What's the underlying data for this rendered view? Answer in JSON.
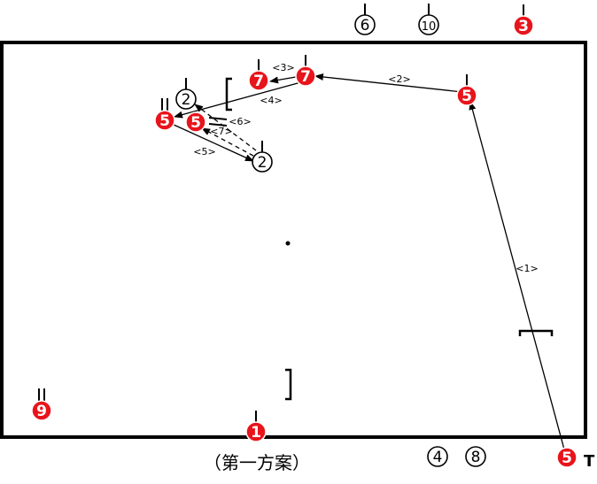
{
  "caption": "（第一方案）",
  "colors": {
    "red_player": "#e8141b",
    "black": "#000000",
    "white": "#ffffff"
  },
  "players": [
    {
      "id": "p6_top",
      "number": "6",
      "style": "outline"
    },
    {
      "id": "p10_top",
      "number": "10",
      "style": "outline"
    },
    {
      "id": "p3_top",
      "number": "3",
      "style": "red"
    },
    {
      "id": "p7_a",
      "number": "7",
      "style": "red"
    },
    {
      "id": "p7_b",
      "number": "7",
      "style": "red"
    },
    {
      "id": "p5_right",
      "number": "5",
      "style": "red"
    },
    {
      "id": "p2_upper",
      "number": "2",
      "style": "outline"
    },
    {
      "id": "p5_left",
      "number": "5",
      "style": "red"
    },
    {
      "id": "p5_mid",
      "number": "5",
      "style": "red"
    },
    {
      "id": "p2_lower",
      "number": "2",
      "style": "outline"
    },
    {
      "id": "p9",
      "number": "9",
      "style": "red"
    },
    {
      "id": "p1",
      "number": "1",
      "style": "red"
    },
    {
      "id": "p4",
      "number": "4",
      "style": "outline"
    },
    {
      "id": "p8",
      "number": "8",
      "style": "outline"
    },
    {
      "id": "p5_corner",
      "number": "5",
      "style": "red"
    }
  ],
  "corner_marker": "T",
  "pass_labels": [
    {
      "id": "l1",
      "text": "<1>"
    },
    {
      "id": "l2",
      "text": "<2>"
    },
    {
      "id": "l3",
      "text": "<3>"
    },
    {
      "id": "l4",
      "text": "<4>"
    },
    {
      "id": "l5",
      "text": "<5>"
    },
    {
      "id": "l6",
      "text": "<6>"
    },
    {
      "id": "l7",
      "text": "<7>"
    }
  ]
}
